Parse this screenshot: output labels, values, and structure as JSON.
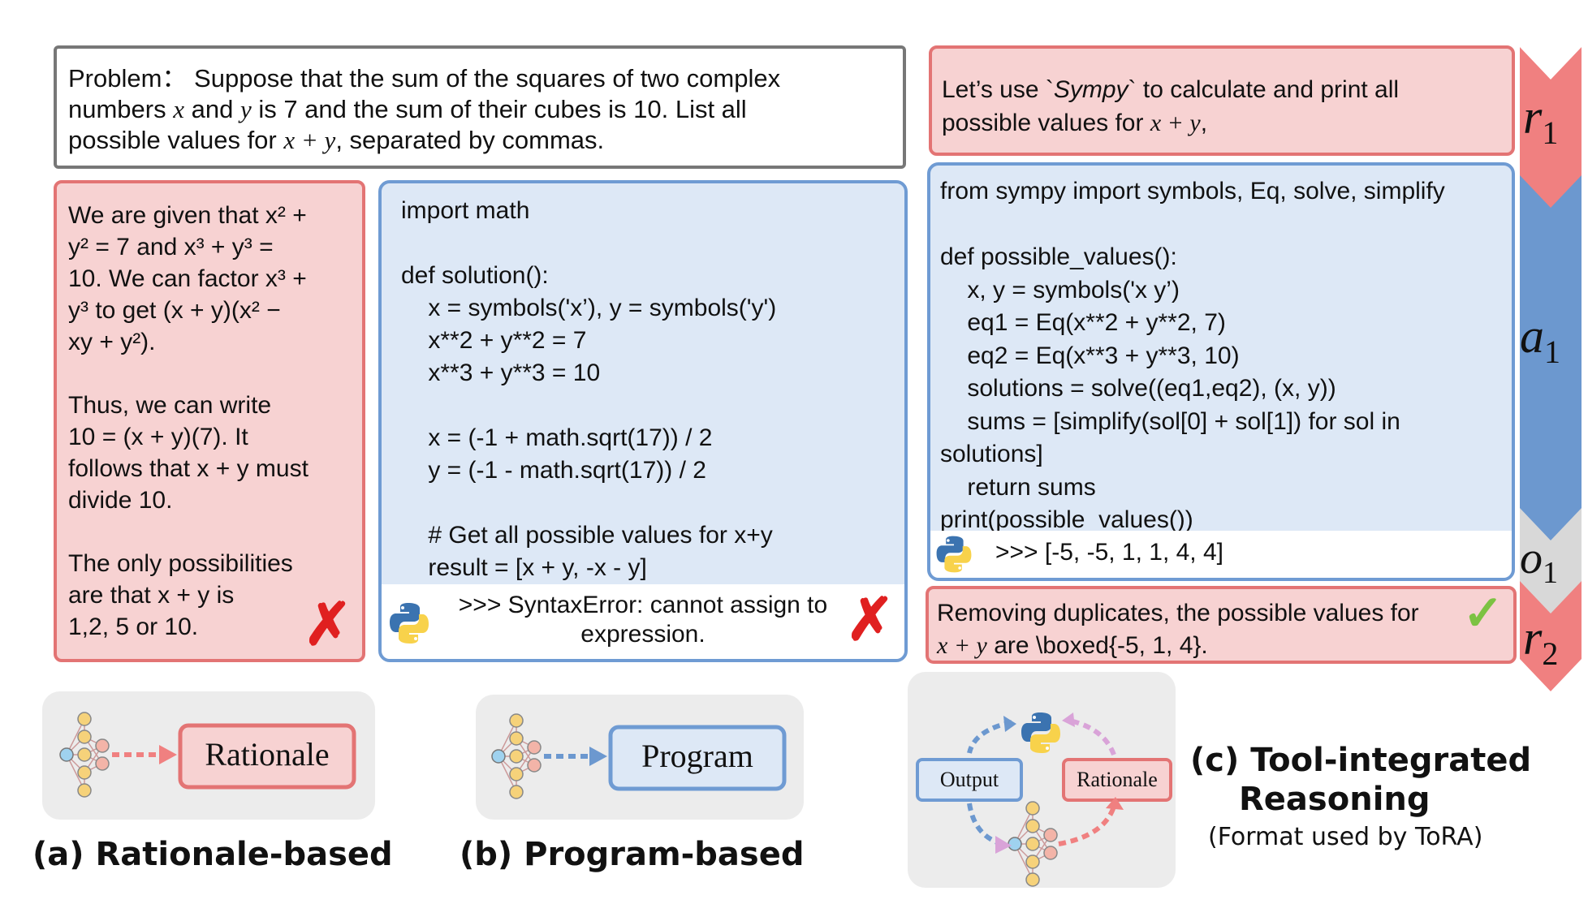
{
  "problem": {
    "prefix": "Problem：",
    "line1": " Suppose that the sum of the squares of two complex",
    "line2a": "numbers ",
    "x": "x",
    "line2b": " and ",
    "y": "y",
    "line2c": " is 7 and the sum of their cubes is 10. List all",
    "line3a": "possible values for ",
    "xy": "x + y",
    "line3b": ", separated by commas."
  },
  "rationale": {
    "p1": [
      {
        "t": "We are given that "
      },
      {
        "m": "x"
      },
      {
        "sup": "2"
      },
      {
        "t": " +"
      }
    ],
    "l1": "We are given that x² +",
    "l2": "y² = 7 and x³ + y³ =",
    "l3": "10. We can factor x³ +",
    "l4": "y³  to get (x + y)(x² −",
    "l5": "xy + y²).",
    "l6": "Thus, we can write",
    "l7": "10 = (x + y)(7). It",
    "l8": "follows that x + y must",
    "l9": "divide 10.",
    "l10": "The only possibilities",
    "l11": "are that x + y is",
    "l12": "1,2, 5 or 10.",
    "mark": "✗"
  },
  "program": {
    "code": [
      "import math",
      "",
      "def solution():",
      "    x = symbols('x’), y = symbols('y')",
      "    x**2 + y**2 = 7",
      "    x**3 + y**3 = 10",
      "",
      "    x = (-1 + math.sqrt(17)) / 2",
      "    y = (-1 - math.sqrt(17)) / 2",
      "",
      "    # Get all possible values for x+y",
      "    result = [x + y, -x - y]"
    ],
    "output_line1": ">>> SyntaxError: cannot assign to",
    "output_line2": "expression.",
    "mark": "✗"
  },
  "tir": {
    "r1_line1a": "Let’s use `",
    "r1_sympy": "Sympy",
    "r1_line1b": "` to calculate and print all",
    "r1_line2a": "possible values for ",
    "r1_xy": "x + y",
    "r1_line2b": ",",
    "code": [
      "from sympy import symbols, Eq, solve, simplify",
      "",
      "def possible_values():",
      "    x, y = symbols('x y’)",
      "    eq1 = Eq(x**2 + y**2, 7)",
      "    eq2 = Eq(x**3 + y**3, 10)",
      "    solutions = solve((eq1,eq2), (x, y))",
      "    sums = [simplify(sol[0] + sol[1]) for sol in",
      "solutions]",
      "    return sums",
      "print(possible_values())"
    ],
    "output": ">>> [-5, -5, 1, 1, 4, 4]",
    "r2_line1": "Removing duplicates, the possible values for",
    "r2_xy": "x + y",
    "r2_line2": " are \\boxed{-5, 1, 4}.",
    "mark": "✓"
  },
  "side_labels": {
    "r1": "r",
    "r1s": "1",
    "a1": "a",
    "a1s": "1",
    "o1": "o",
    "o1s": "1",
    "r2": "r",
    "r2s": "2"
  },
  "icons": {
    "rationale": "Rationale",
    "program": "Program",
    "output": "Output",
    "rationale_small": "Rationale"
  },
  "captions": {
    "a": "(a) Rationale-based",
    "b": "(b) Program-based",
    "c1": "(c) Tool-integrated",
    "c2": "Reasoning",
    "c3": "(Format used by ToRA)"
  },
  "colors": {
    "pink": "#f7d2d2",
    "pinkBorder": "#e37474",
    "blue": "#dde8f6",
    "blueBorder": "#6f9bd3",
    "arrowPink": "#f08080",
    "arrowBlue": "#6c98cf",
    "arrowGray": "#d8d8d8",
    "red": "#e02020",
    "green": "#7cc242"
  }
}
